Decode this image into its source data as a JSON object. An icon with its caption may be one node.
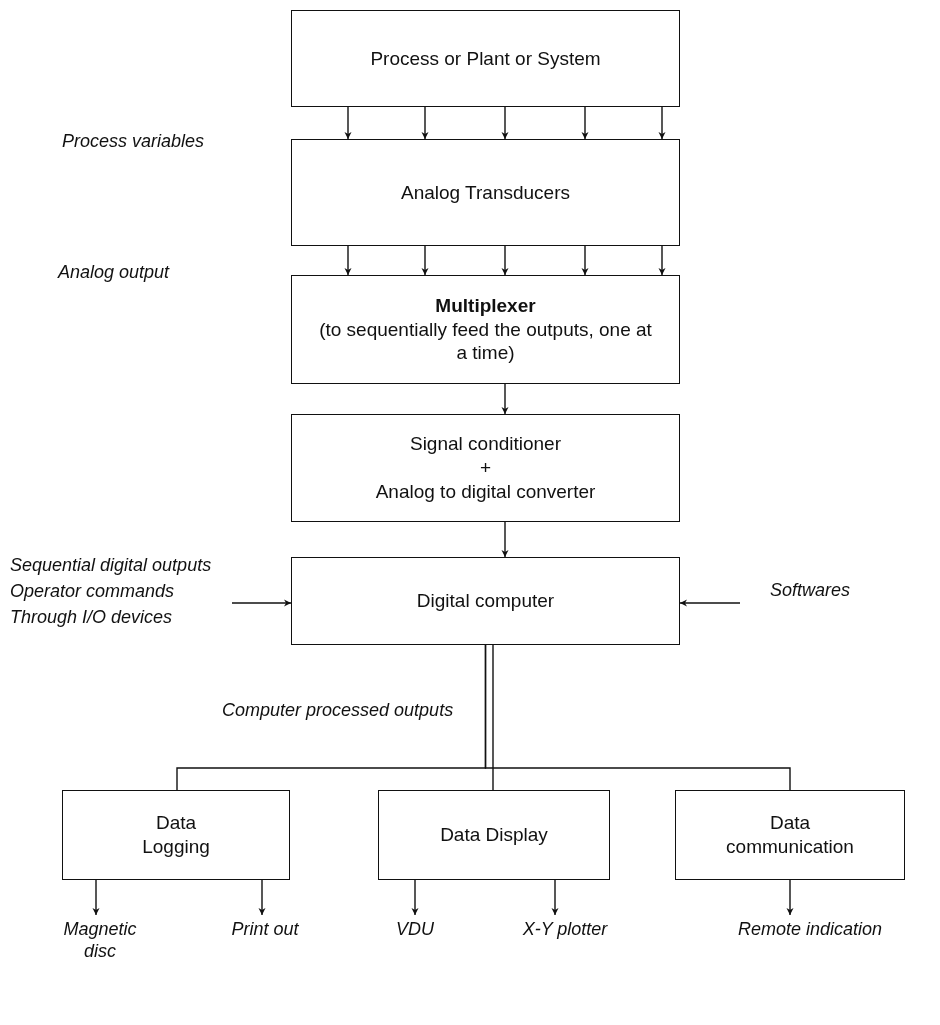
{
  "diagram": {
    "nodes": [
      {
        "text": [
          "Process or Plant or System"
        ]
      },
      {
        "text": [
          "Analog Transducers"
        ]
      },
      {
        "text": [
          "Multiplexer",
          "(to sequentially feed the outputs, one at a time)"
        ]
      },
      {
        "text": [
          "Signal conditioner",
          "+",
          "Analog to digital converter"
        ]
      },
      {
        "text": [
          "Operator commands",
          "Through I/O devices"
        ]
      },
      {
        "text": [
          "Digital computer"
        ]
      },
      {
        "text": [
          "Softwares"
        ]
      },
      {
        "text": [
          "Data Logging"
        ]
      },
      {
        "text": [
          "Data Display"
        ]
      },
      {
        "text": [
          "Data communication"
        ]
      },
      {
        "text": [
          "Magnetic disc"
        ]
      },
      {
        "text": [
          "Print out"
        ]
      },
      {
        "text": [
          "VDU"
        ]
      },
      {
        "text": [
          "X-Y plotter"
        ]
      },
      {
        "text": [
          "Remote indication"
        ]
      }
    ],
    "edges": [
      {
        "from": 0,
        "to": 1,
        "arrow": "to"
      },
      {
        "from": 0,
        "to": 1,
        "arrow": "to"
      },
      {
        "from": 0,
        "to": 1,
        "arrow": "to"
      },
      {
        "from": 0,
        "to": 1,
        "arrow": "to"
      },
      {
        "from": 0,
        "to": 1,
        "arrow": "to"
      },
      {
        "from": 1,
        "to": 2,
        "arrow": "to"
      },
      {
        "from": 1,
        "to": 2,
        "arrow": "to"
      },
      {
        "from": 1,
        "to": 2,
        "arrow": "to"
      },
      {
        "from": 1,
        "to": 2,
        "arrow": "to"
      },
      {
        "from": 1,
        "to": 2,
        "arrow": "to"
      },
      {
        "from": 2,
        "to": 3,
        "arrow": "to"
      },
      {
        "from": 3,
        "to": 5,
        "arrow": "to"
      },
      {
        "from": 4,
        "to": 5,
        "arrow": "to"
      },
      {
        "from": 6,
        "to": 5,
        "arrow": "to"
      },
      {
        "from": 5,
        "to": 7,
        "arrow": "none"
      },
      {
        "from": 5,
        "to": 8,
        "arrow": "none"
      },
      {
        "from": 5,
        "to": 9,
        "arrow": "none"
      },
      {
        "from": 7,
        "to": 10,
        "arrow": "to"
      },
      {
        "from": 7,
        "to": 11,
        "arrow": "to"
      },
      {
        "from": 8,
        "to": 12,
        "arrow": "to"
      },
      {
        "from": 8,
        "to": 13,
        "arrow": "to"
      },
      {
        "from": 9,
        "to": 14,
        "arrow": "to"
      }
    ],
    "labels": [
      "Process variables",
      "Analog output",
      "Sequential digital outputs",
      "Computer processed outputs"
    ]
  }
}
